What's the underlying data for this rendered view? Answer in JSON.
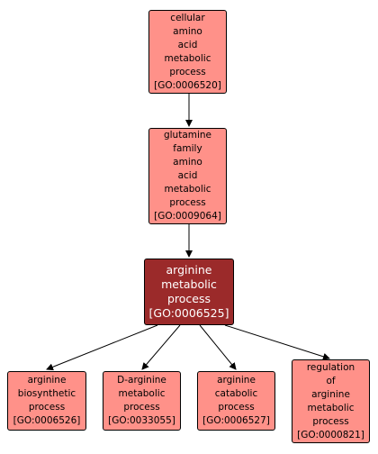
{
  "colors": {
    "light_node": "#ff9189",
    "focus_node": "#9b2a2a",
    "edge": "#000000"
  },
  "nodes": {
    "cellular": {
      "lines": [
        "cellular",
        "amino",
        "acid",
        "metabolic",
        "process",
        "[GO:0006520]"
      ]
    },
    "glutamine": {
      "lines": [
        "glutamine",
        "family",
        "amino",
        "acid",
        "metabolic",
        "process",
        "[GO:0009064]"
      ]
    },
    "arginine": {
      "lines": [
        "arginine",
        "metabolic",
        "process",
        "[GO:0006525]"
      ]
    },
    "biosynthetic": {
      "lines": [
        "arginine",
        "biosynthetic",
        "process",
        "[GO:0006526]"
      ]
    },
    "d_arginine": {
      "lines": [
        "D-arginine",
        "metabolic",
        "process",
        "[GO:0033055]"
      ]
    },
    "catabolic": {
      "lines": [
        "arginine",
        "catabolic",
        "process",
        "[GO:0006527]"
      ]
    },
    "regulation": {
      "lines": [
        "regulation",
        "of",
        "arginine",
        "metabolic",
        "process",
        "[GO:0000821]"
      ]
    }
  }
}
